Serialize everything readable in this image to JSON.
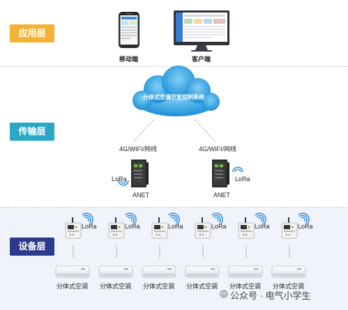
{
  "layers": {
    "application": "应用层",
    "transport": "传输层",
    "device": "设备层"
  },
  "clients": {
    "mobile": "移动端",
    "desktop": "客户端"
  },
  "cloud": {
    "label": "分体式空调节能控制系统"
  },
  "links": {
    "left": "4G/WIFI/网线",
    "right": "4G/WIFI/网线"
  },
  "gateways": [
    {
      "name": "ANET",
      "radio": "LoRa"
    },
    {
      "name": "ANET",
      "radio": "LoRa"
    }
  ],
  "controllers": [
    {
      "radio": "LoRa"
    },
    {
      "radio": "LoRa"
    },
    {
      "radio": "LoRa"
    },
    {
      "radio": "LoRa"
    },
    {
      "radio": "LoRa"
    },
    {
      "radio": "LoRa"
    }
  ],
  "air_conditioners": [
    "分体式空调",
    "分体式空调",
    "分体式空调",
    "分体式空调",
    "分体式空调",
    "分体式空调"
  ],
  "watermark": "公众号 · 电气小学生",
  "colors": {
    "app": "#f5b335",
    "transport": "#29a8c8",
    "device": "#2d3a8c",
    "cloud": "#2aa0e6",
    "wifi": "#2a8de0"
  }
}
